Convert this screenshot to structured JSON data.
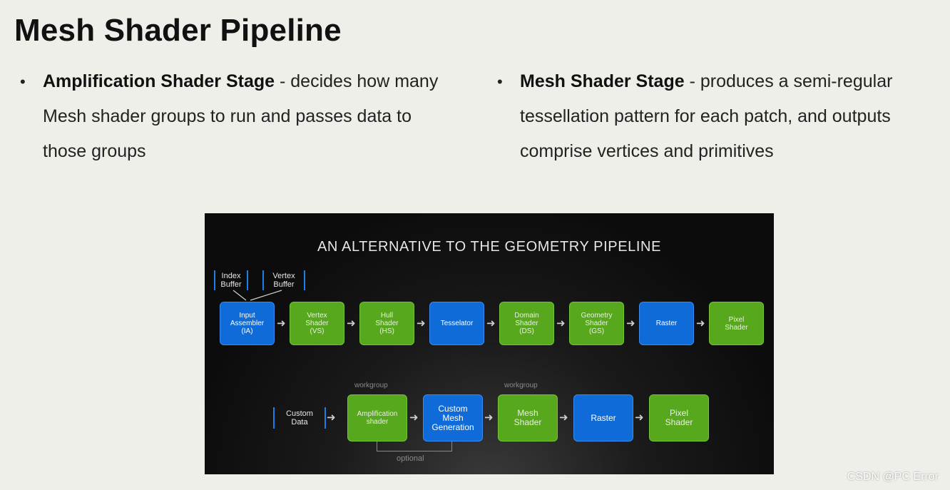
{
  "slide": {
    "title": "Mesh Shader Pipeline"
  },
  "bullets": {
    "left": {
      "heading": "Amplification Shader Stage",
      "text": " - decides how many Mesh shader groups to run and passes data to those groups"
    },
    "right": {
      "heading": "Mesh Shader Stage",
      "text": " - produces a semi-regular tessellation pattern for each patch,  and outputs comprise vertices and primitives"
    },
    "marker": "•"
  },
  "diagram": {
    "title": "AN ALTERNATIVE TO THE GEOMETRY PIPELINE",
    "inputs": {
      "index_buffer": "Index\nBuffer",
      "vertex_buffer": "Vertex\nBuffer",
      "custom_data": "Custom\nData"
    },
    "classic_pipeline": [
      {
        "label": "Input\nAssembler\n(IA)",
        "color": "blue"
      },
      {
        "label": "Vertex\nShader\n(VS)",
        "color": "green"
      },
      {
        "label": "Hull\nShader\n(HS)",
        "color": "green"
      },
      {
        "label": "Tesselator",
        "color": "blue"
      },
      {
        "label": "Domain\nShader\n(DS)",
        "color": "green"
      },
      {
        "label": "Geometry\nShader\n(GS)",
        "color": "green"
      },
      {
        "label": "Raster",
        "color": "blue"
      },
      {
        "label": "Pixel\nShader",
        "color": "green"
      }
    ],
    "mesh_pipeline": [
      {
        "label": "Amplification\nshader",
        "color": "green"
      },
      {
        "label": "Custom\nMesh\nGeneration",
        "color": "blue"
      },
      {
        "label": "Mesh\nShader",
        "color": "green"
      },
      {
        "label": "Raster",
        "color": "blue"
      },
      {
        "label": "Pixel\nShader",
        "color": "green"
      }
    ],
    "workgroup_label_1": "workgroup",
    "workgroup_label_2": "workgroup",
    "optional_label": "optional",
    "colors": {
      "green": "#58a81d",
      "blue": "#0f6bd8"
    }
  },
  "watermark": "CSDN @PC Error"
}
